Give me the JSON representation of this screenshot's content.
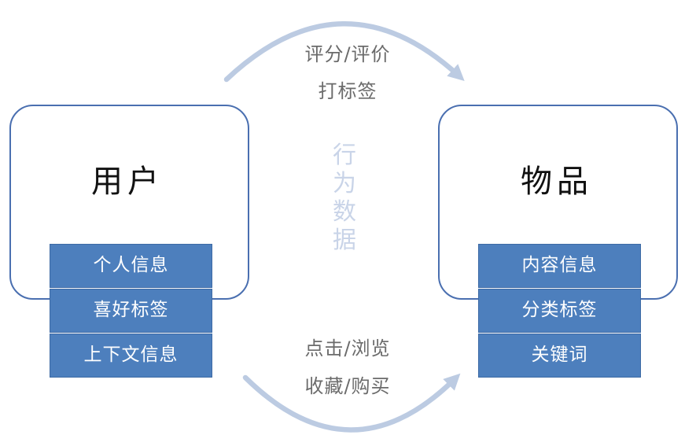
{
  "user": {
    "title": "用户",
    "tags": [
      "个人信息",
      "喜好标签",
      "上下文信息"
    ]
  },
  "item": {
    "title": "物品",
    "tags": [
      "内容信息",
      "分类标签",
      "关键词"
    ]
  },
  "top_flow": {
    "line1": "评分/评价",
    "line2": "打标签"
  },
  "bottom_flow": {
    "line1": "点击/浏览",
    "line2": "收藏/购买"
  },
  "center_label": "行为数据",
  "colors": {
    "box_border": "#4a6fb0",
    "tag_fill": "#4d7fbd",
    "arrow": "#bccbe2",
    "center_text": "#c9d4e8"
  }
}
